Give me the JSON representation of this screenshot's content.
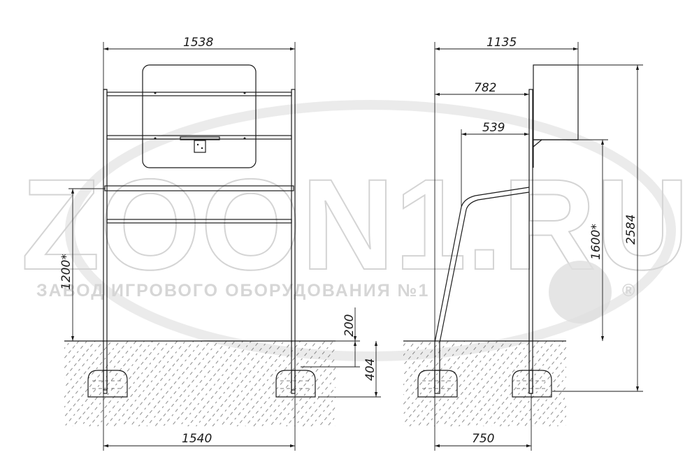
{
  "watermark": {
    "logo": "ZOON1.RU",
    "subtitle": "ЗАВОД ИГРОВОГО ОБОРУДОВАНИЯ №1",
    "registered": "®"
  },
  "dimensions": {
    "front_top_width": "1538",
    "front_bottom_width": "1540",
    "front_height": "1200*",
    "depth_200": "200",
    "depth_404": "404",
    "side_total_width": "1135",
    "side_width_782": "782",
    "side_width_539": "539",
    "side_bottom_width": "750",
    "side_height_1600": "1600*",
    "side_total_height": "2584"
  },
  "colors": {
    "line": "#1a1a1a",
    "watermark": "#d4d4d4"
  }
}
